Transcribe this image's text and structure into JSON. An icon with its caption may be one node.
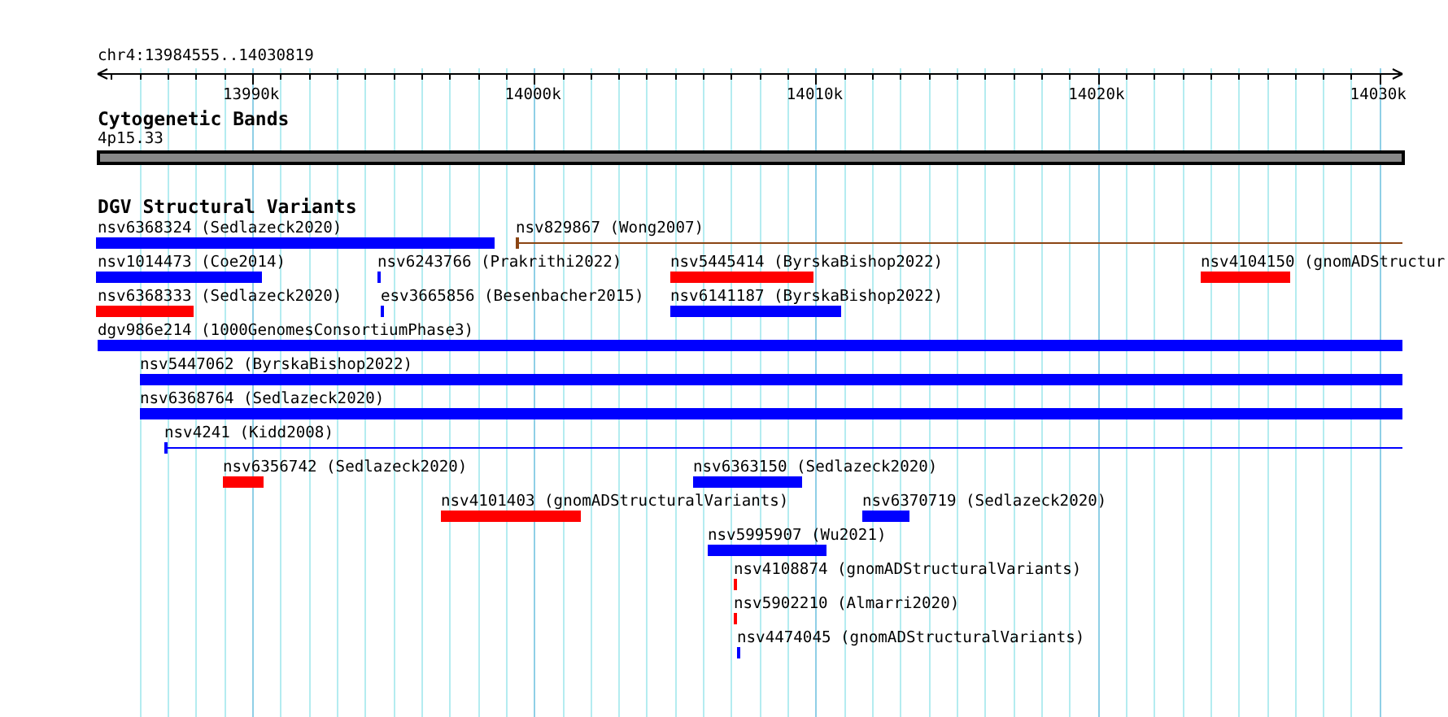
{
  "diagram": {
    "nodes": [
      {
        "text": [
          "nsv6368324 (Sedlazeck2020)"
        ]
      },
      {
        "text": [
          "nsv829867 (Wong2007)"
        ]
      },
      {
        "text": [
          "nsv1014473 (Coe2014)"
        ]
      },
      {
        "text": [
          "nsv6243766 (Prakrithi2022)"
        ]
      },
      {
        "text": [
          "nsv5445414 (ByrskaBishop2022)"
        ]
      },
      {
        "text": [
          "nsv4104150 (gnomADStructur"
        ]
      },
      {
        "text": [
          "nsv6368333 (Sedlazeck2020)"
        ]
      },
      {
        "text": [
          "esv3665856 (Besenbacher2015)"
        ]
      },
      {
        "text": [
          "nsv6141187 (ByrskaBishop2022)"
        ]
      },
      {
        "text": [
          "dgv986e214 (1000GenomesConsortiumPhase3)"
        ]
      },
      {
        "text": [
          "nsv5447062 (ByrskaBishop2022)"
        ]
      },
      {
        "text": [
          "nsv6368764 (Sedlazeck2020)"
        ]
      },
      {
        "text": [
          "nsv4241 (Kidd2008)"
        ]
      },
      {
        "text": [
          "nsv6356742 (Sedlazeck2020)"
        ]
      },
      {
        "text": [
          "nsv6363150 (Sedlazeck2020)"
        ]
      },
      {
        "text": [
          "nsv4101403 (gnomADStructuralVariants)"
        ]
      },
      {
        "text": [
          "nsv6370719 (Sedlazeck2020)"
        ]
      },
      {
        "text": [
          "nsv5995907 (Wu2021)"
        ]
      },
      {
        "text": [
          "nsv4108874 (gnomADStructuralVariants)"
        ]
      },
      {
        "text": [
          "nsv5902210 (Almarri2020)"
        ]
      },
      {
        "text": [
          "nsv4474045 (gnomADStructuralVariants)"
        ]
      }
    ],
    "labels": [
      "chr4:13984555..14030819",
      "13990k",
      "14000k",
      "14010k",
      "14020k",
      "14030k",
      "Cytogenetic Bands",
      "4p15.33",
      "DGV Structural Variants"
    ]
  }
}
